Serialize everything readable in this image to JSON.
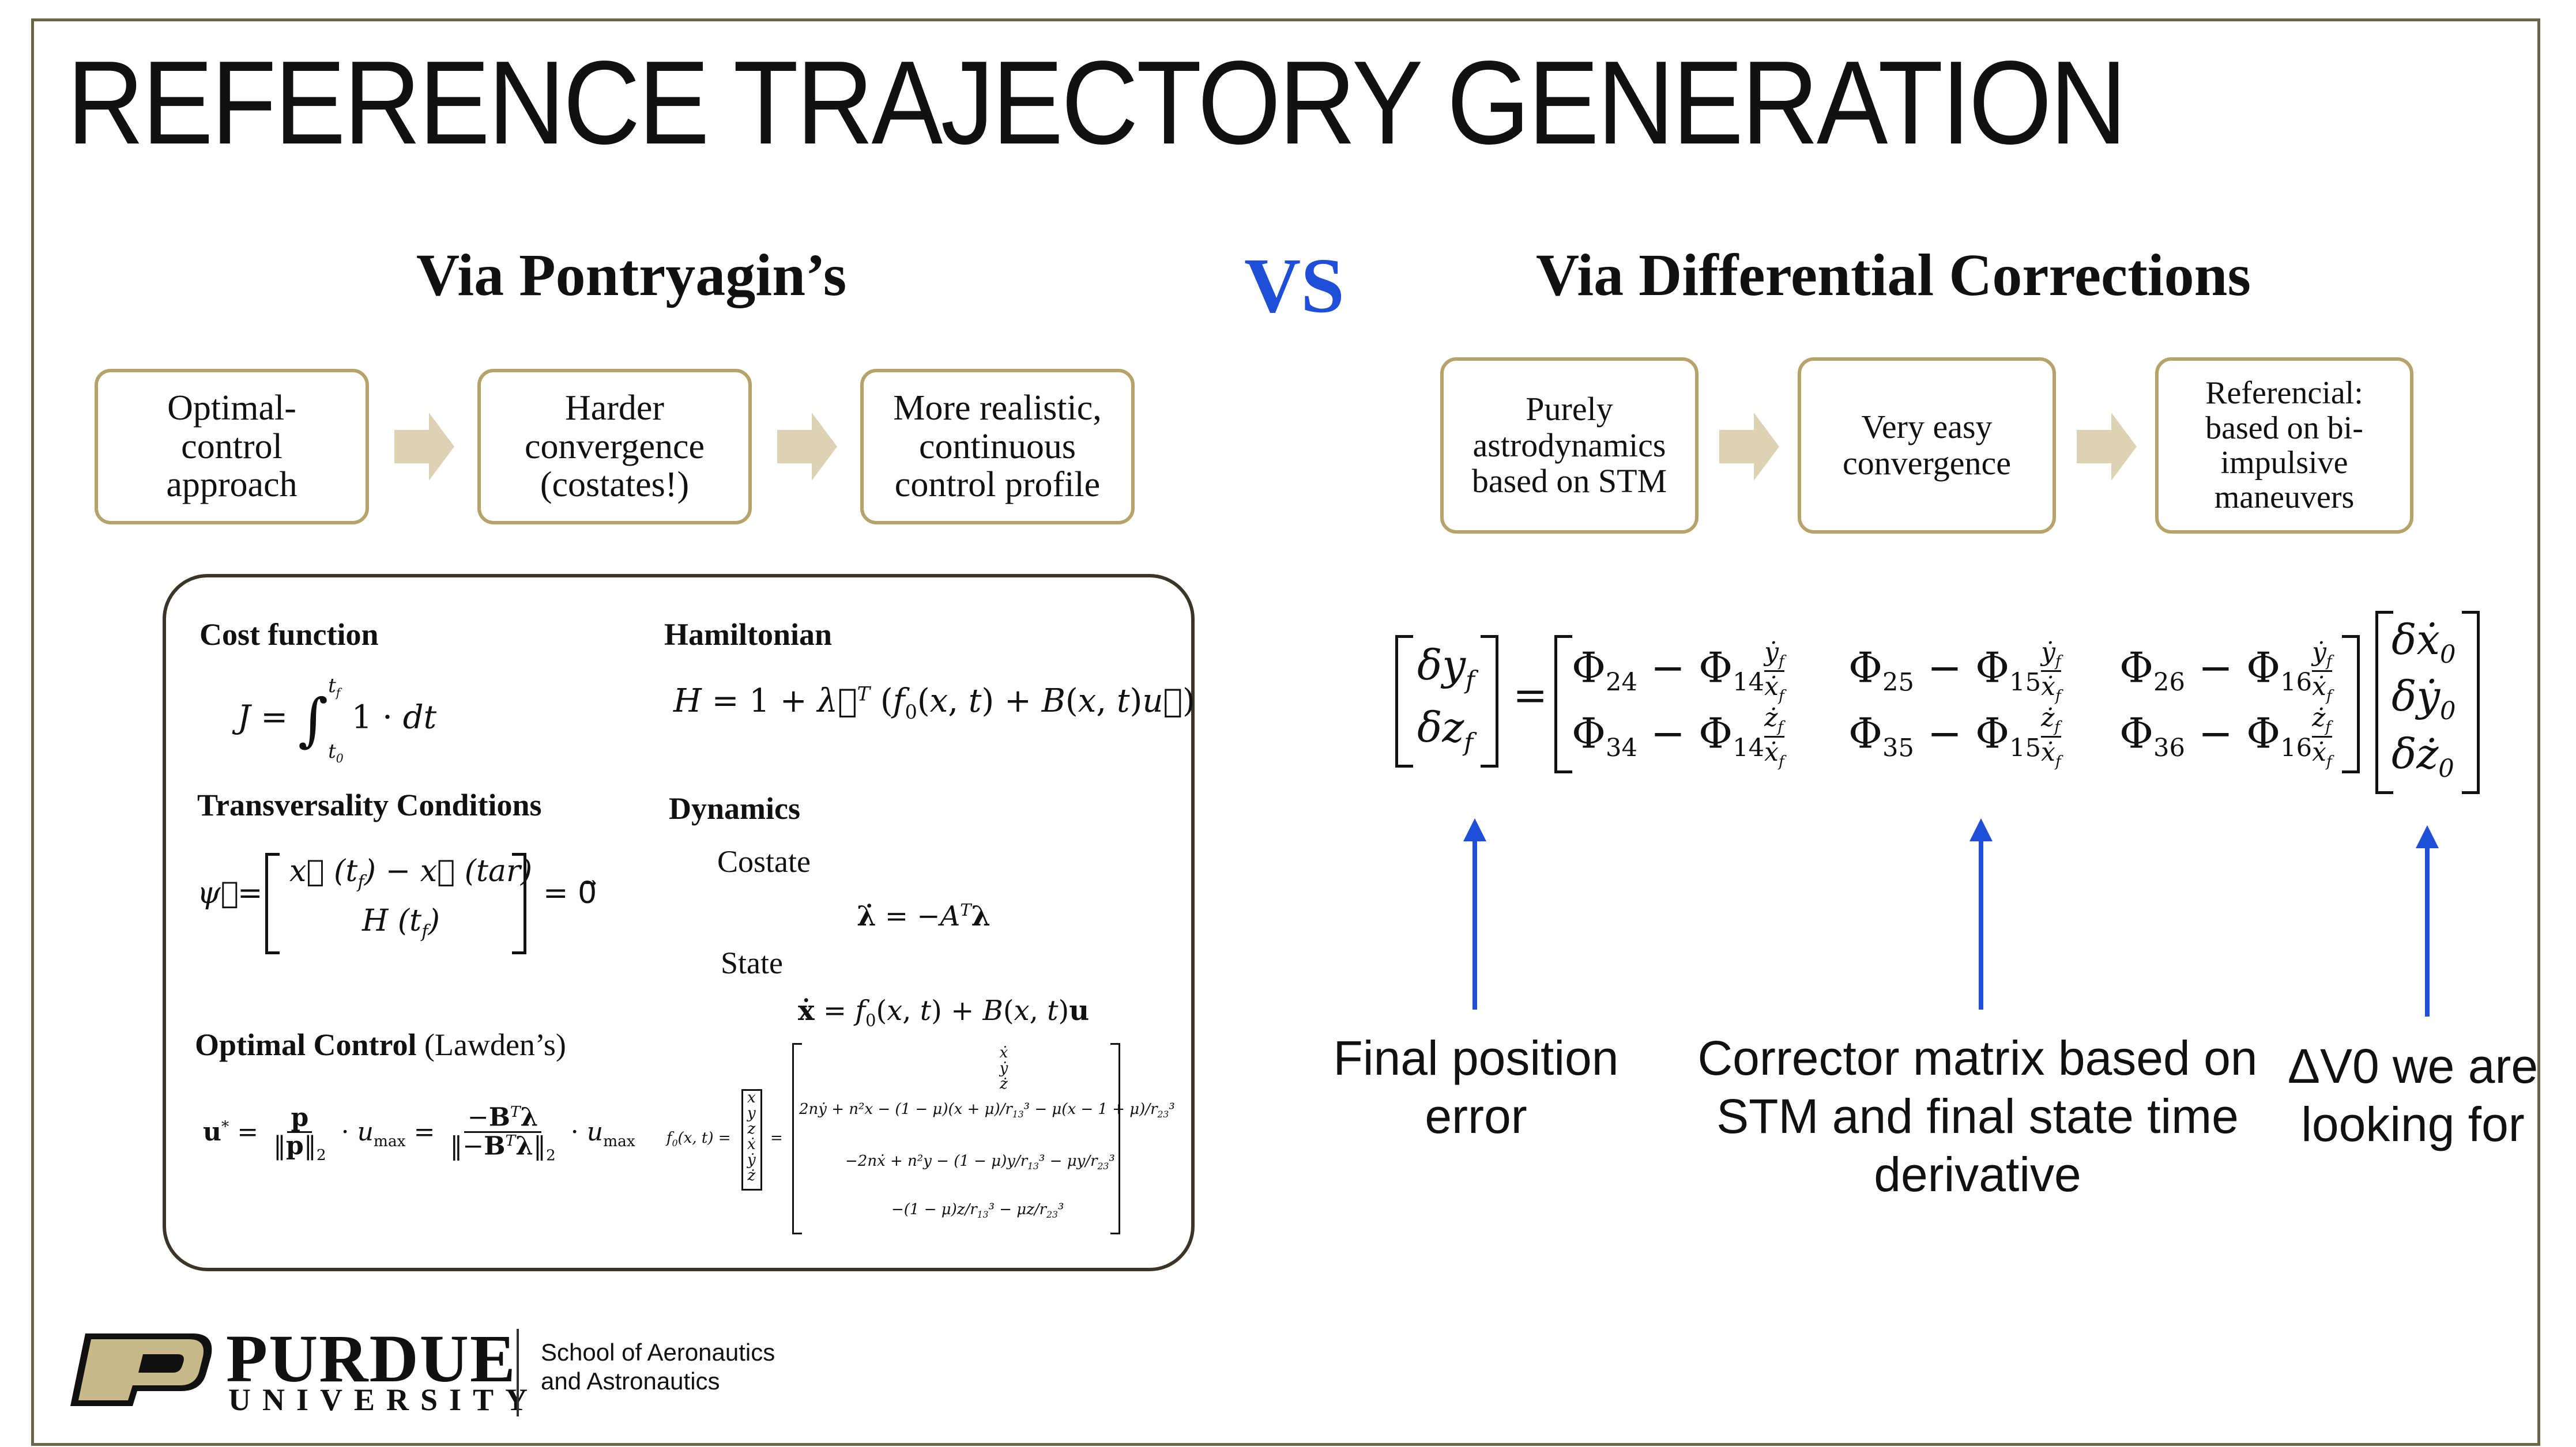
{
  "title": "REFERENCE TRAJECTORY GENERATION",
  "left": {
    "heading": "Via Pontryagin’s",
    "boxes": [
      "Optimal-\ncontrol\napproach",
      "Harder\nconvergence\n(costates!)",
      "More realistic,\ncontinuous\ncontrol profile"
    ]
  },
  "vs_label": "VS",
  "right": {
    "heading": "Via Differential Corrections",
    "boxes": [
      "Purely\nastrodynamics\nbased on STM",
      "Very easy\nconvergence",
      "Referencial:\nbased on bi-\nimpulsive\nmaneuvers"
    ]
  },
  "panel": {
    "cost_function_label": "Cost function",
    "hamiltonian_label": "Hamiltonian",
    "transversality_label": "Transversality Conditions",
    "dynamics_label": "Dynamics",
    "costate_label": "Costate",
    "state_label": "State",
    "optimal_control_label": "Optimal Control",
    "optimal_control_note": "(Lawden’s)"
  },
  "captions": {
    "final_position": "Final position\nerror",
    "corrector": "Corrector matrix based on\nSTM and final state time\nderivative",
    "delta_v": "ΔV0 we are\nlooking for"
  },
  "footer": {
    "university_name": "PURDUE",
    "university_sub": "UNIVERSITY",
    "school": "School of Aeronautics\nand Astronautics"
  },
  "colors": {
    "gold": "#b5a369",
    "arrow_gold": "#ddd3b4",
    "blue": "#1f4fd6",
    "frame": "#6b6447"
  }
}
